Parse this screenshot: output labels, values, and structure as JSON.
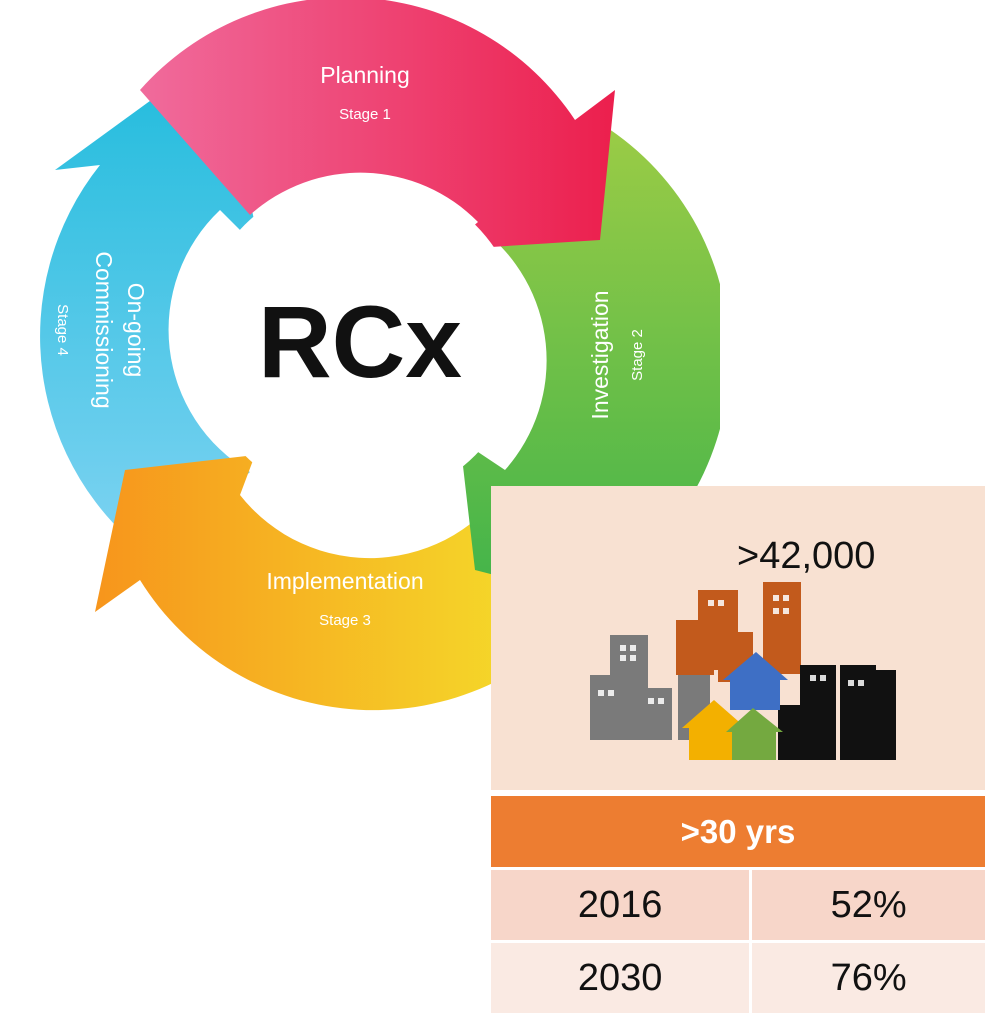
{
  "diagram": {
    "center_label": "RCx",
    "stages": [
      {
        "name": "Planning",
        "stage": "Stage 1",
        "color": "#ee2a58"
      },
      {
        "name": "Investigation",
        "stage": "Stage 2",
        "color": "#5fbb46"
      },
      {
        "name": "Implementation",
        "stage": "Stage 3",
        "color": "#f7b21e"
      },
      {
        "name": "On-going",
        "name2": "Commissioning",
        "stage": "Stage 4",
        "color": "#35c1e2"
      }
    ]
  },
  "buildings": {
    "count": ">42,000",
    "icon": "buildings-icon"
  },
  "age_table": {
    "header": ">30 yrs",
    "header_color": "#ed7d31",
    "rows": [
      {
        "year": "2016",
        "pct": "52%"
      },
      {
        "year": "2030",
        "pct": "76%"
      }
    ]
  }
}
